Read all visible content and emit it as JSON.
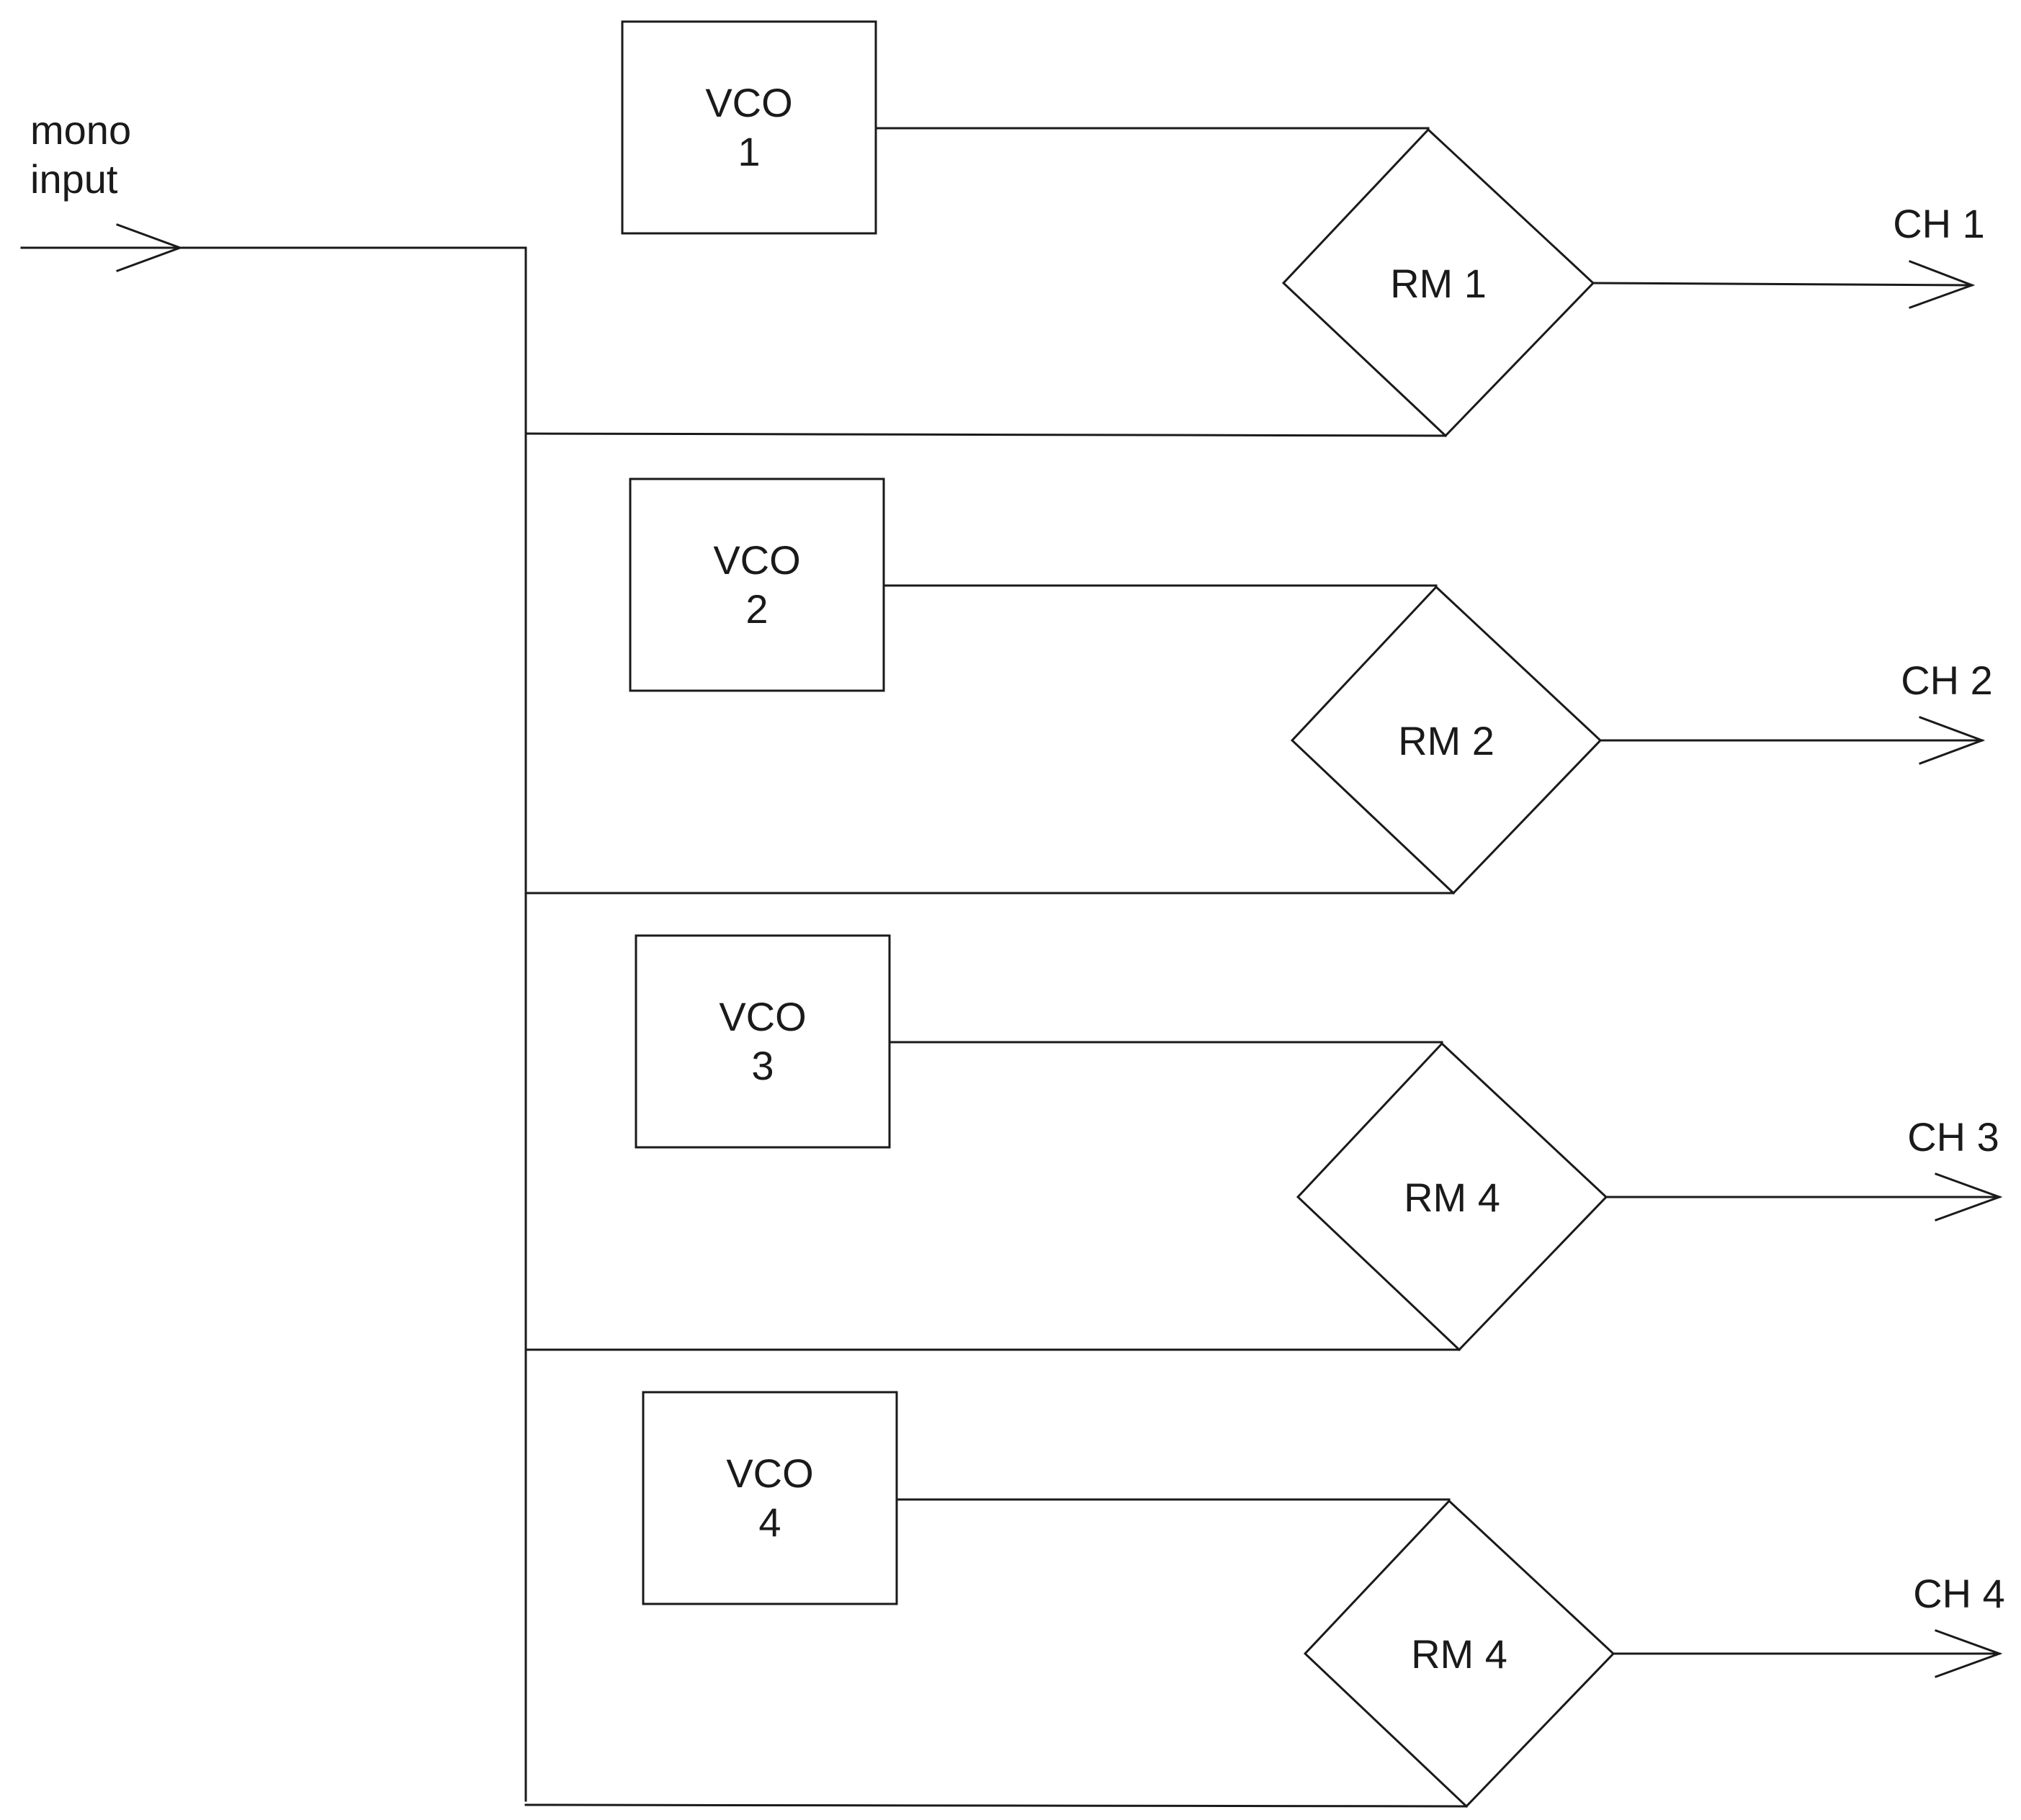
{
  "input": {
    "line1": "mono",
    "line2": "input"
  },
  "channels": [
    {
      "vco_line1": "VCO",
      "vco_line2": "1",
      "rm_label": "RM 1",
      "out_label": "CH 1"
    },
    {
      "vco_line1": "VCO",
      "vco_line2": "2",
      "rm_label": "RM 2",
      "out_label": "CH 2"
    },
    {
      "vco_line1": "VCO",
      "vco_line2": "3",
      "rm_label": "RM 4",
      "out_label": "CH 3"
    },
    {
      "vco_line1": "VCO",
      "vco_line2": "4",
      "rm_label": "RM 4",
      "out_label": "CH 4"
    }
  ],
  "colors": {
    "stroke": "#1a1a1a",
    "background": "#ffffff"
  }
}
